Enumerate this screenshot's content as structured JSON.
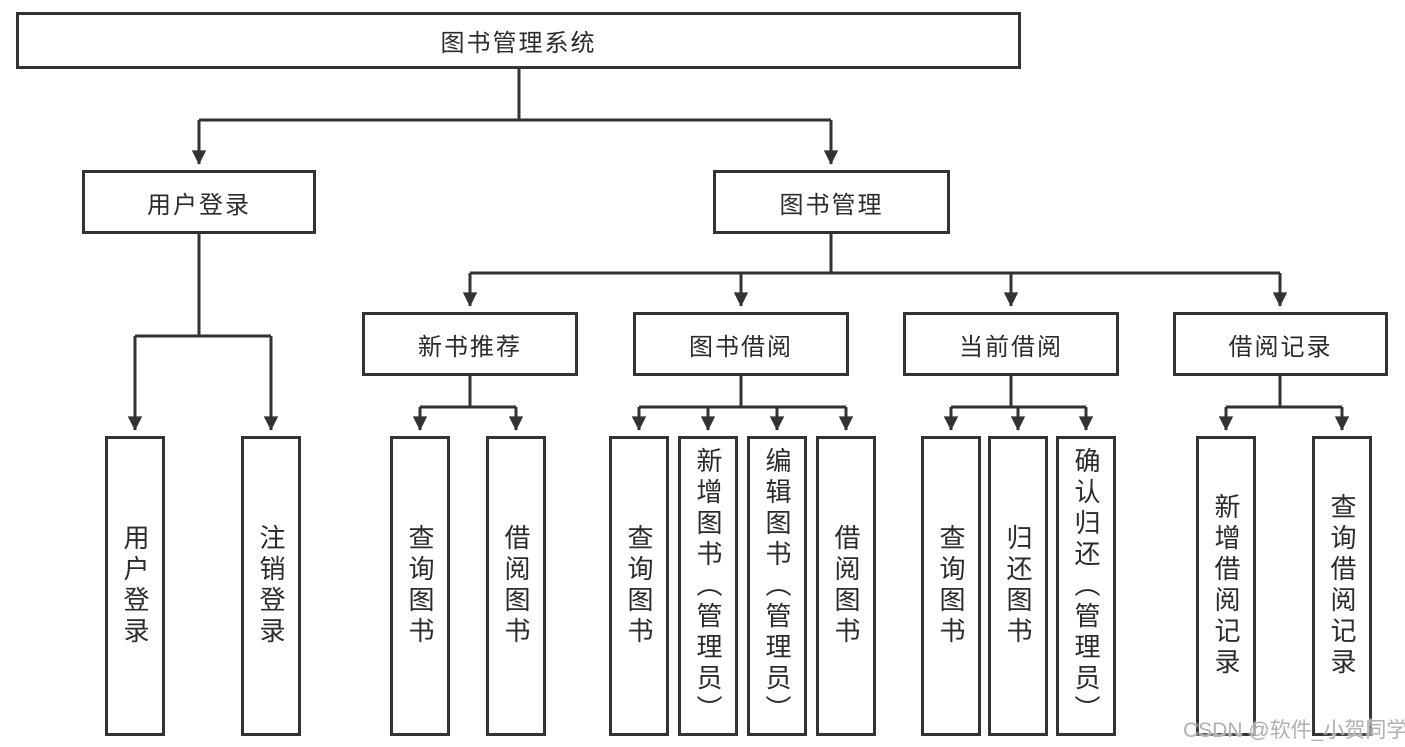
{
  "diagram": {
    "root": {
      "label": "图书管理系统"
    },
    "level2": [
      {
        "label": "用户登录"
      },
      {
        "label": "图书管理"
      }
    ],
    "level3": [
      {
        "label": "新书推荐"
      },
      {
        "label": "图书借阅"
      },
      {
        "label": "当前借阅"
      },
      {
        "label": "借阅记录"
      }
    ],
    "leaves": [
      {
        "label": "用户登录"
      },
      {
        "label": "注销登录"
      },
      {
        "label": "查询图书"
      },
      {
        "label": "借阅图书"
      },
      {
        "label": "查询图书"
      },
      {
        "label": "新增图书（管理员）"
      },
      {
        "label": "编辑图书（管理员）"
      },
      {
        "label": "借阅图书"
      },
      {
        "label": "查询图书"
      },
      {
        "label": "归还图书"
      },
      {
        "label": "确认归还（管理员）"
      },
      {
        "label": "新增借阅记录"
      },
      {
        "label": "查询借阅记录"
      }
    ]
  },
  "watermark": {
    "text": "CSDN @软件_小贺同学"
  },
  "colors": {
    "line": "#333333",
    "text": "#2b2b2b",
    "watermark": "#b0b0b0",
    "background": "#ffffff"
  }
}
